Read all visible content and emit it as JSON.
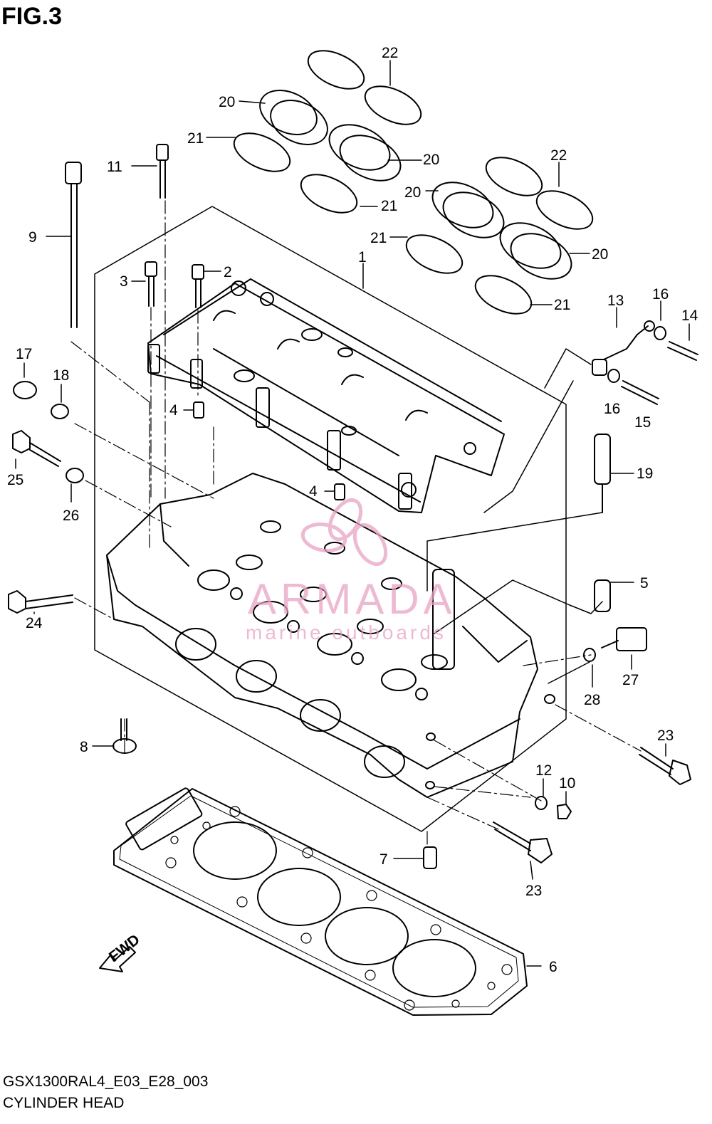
{
  "figure_label": "FIG.3",
  "diagram_code": "GSX1300RAL4_E03_E28_003",
  "diagram_name": "CYLINDER HEAD",
  "watermark": {
    "brand": "ARMADA",
    "tagline": "marine outboards",
    "color": "#e8a3c4"
  },
  "fwd_label": "FWD",
  "callouts": [
    {
      "id": "1",
      "label": "1"
    },
    {
      "id": "2",
      "label": "2"
    },
    {
      "id": "3",
      "label": "3"
    },
    {
      "id": "4a",
      "label": "4"
    },
    {
      "id": "4b",
      "label": "4"
    },
    {
      "id": "5",
      "label": "5"
    },
    {
      "id": "6",
      "label": "6"
    },
    {
      "id": "7",
      "label": "7"
    },
    {
      "id": "8",
      "label": "8"
    },
    {
      "id": "9",
      "label": "9"
    },
    {
      "id": "10",
      "label": "10"
    },
    {
      "id": "11",
      "label": "11"
    },
    {
      "id": "12",
      "label": "12"
    },
    {
      "id": "13",
      "label": "13"
    },
    {
      "id": "14",
      "label": "14"
    },
    {
      "id": "15",
      "label": "15"
    },
    {
      "id": "16a",
      "label": "16"
    },
    {
      "id": "16b",
      "label": "16"
    },
    {
      "id": "17",
      "label": "17"
    },
    {
      "id": "18",
      "label": "18"
    },
    {
      "id": "19",
      "label": "19"
    },
    {
      "id": "20a",
      "label": "20"
    },
    {
      "id": "20b",
      "label": "20"
    },
    {
      "id": "20c",
      "label": "20"
    },
    {
      "id": "20d",
      "label": "20"
    },
    {
      "id": "21a",
      "label": "21"
    },
    {
      "id": "21b",
      "label": "21"
    },
    {
      "id": "21c",
      "label": "21"
    },
    {
      "id": "21d",
      "label": "21"
    },
    {
      "id": "22a",
      "label": "22"
    },
    {
      "id": "22b",
      "label": "22"
    },
    {
      "id": "23a",
      "label": "23"
    },
    {
      "id": "23b",
      "label": "23"
    },
    {
      "id": "24",
      "label": "24"
    },
    {
      "id": "25",
      "label": "25"
    },
    {
      "id": "26",
      "label": "26"
    },
    {
      "id": "27",
      "label": "27"
    },
    {
      "id": "28",
      "label": "28"
    }
  ]
}
